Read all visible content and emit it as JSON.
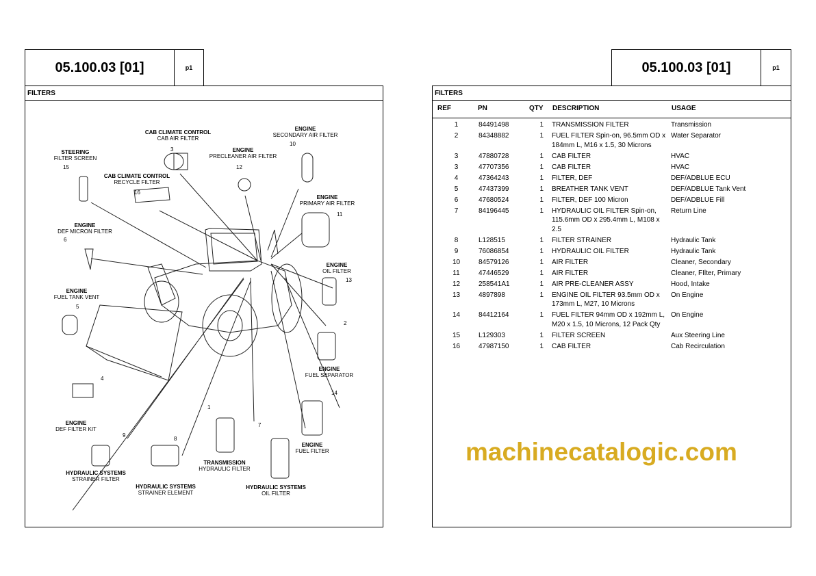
{
  "page": {
    "code": "05.100.03 [01]",
    "page_label": "p1",
    "section": "FILTERS"
  },
  "diagram": {
    "labels": [
      {
        "group": "CAB CLIMATE CONTROL",
        "name": "CAB AIR FILTER",
        "ref": "3"
      },
      {
        "group": "ENGINE",
        "name": "SECONDARY AIR FILTER",
        "ref": "10"
      },
      {
        "group": "STEERING",
        "name": "FILTER SCREEN",
        "ref": "15"
      },
      {
        "group": "ENGINE",
        "name": "PRECLEANER AIR FILTER",
        "ref": "12"
      },
      {
        "group": "CAB CLIMATE CONTROL",
        "name": "RECYCLE FILTER",
        "ref": "16"
      },
      {
        "group": "ENGINE",
        "name": "PRIMARY AIR FILTER",
        "ref": "11"
      },
      {
        "group": "ENGINE",
        "name": "DEF MICRON FILTER",
        "ref": "6"
      },
      {
        "group": "ENGINE",
        "name": "OIL FILTER",
        "ref": "13"
      },
      {
        "group": "ENGINE",
        "name": "FUEL TANK VENT",
        "ref": "5"
      },
      {
        "group": "ENGINE",
        "name": "FUEL SEPARATOR",
        "ref": "2"
      },
      {
        "group": "ENGINE",
        "name": "DEF FILTER KIT",
        "ref": "4"
      },
      {
        "group": "ENGINE",
        "name": "FUEL FILTER",
        "ref": "14"
      },
      {
        "group": "TRANSMISSION",
        "name": "HYDRAULIC FILTER",
        "ref": "1"
      },
      {
        "group": "HYDRAULIC SYSTEMS",
        "name": "STRAINER FILTER",
        "ref": "9"
      },
      {
        "group": "HYDRAULIC SYSTEMS",
        "name": "STRAINER ELEMENT",
        "ref": "8"
      },
      {
        "group": "HYDRAULIC SYSTEMS",
        "name": "OIL FILTER",
        "ref": "7"
      }
    ]
  },
  "table": {
    "headers": {
      "ref": "REF",
      "pn": "PN",
      "qty": "QTY",
      "description": "DESCRIPTION",
      "usage": "USAGE"
    },
    "rows": [
      {
        "ref": "1",
        "pn": "84491498",
        "qty": "1",
        "description": "TRANSMISSION FILTER",
        "usage": "Transmission"
      },
      {
        "ref": "2",
        "pn": "84348882",
        "qty": "1",
        "description": "FUEL FILTER Spin-on, 96.5mm OD x 184mm L, M16 x 1.5, 30 Microns",
        "usage": "Water Separator"
      },
      {
        "ref": "3",
        "pn": "47880728",
        "qty": "1",
        "description": "CAB FILTER",
        "usage": "HVAC"
      },
      {
        "ref": "3",
        "pn": "47707356",
        "qty": "1",
        "description": "CAB FILTER",
        "usage": "HVAC"
      },
      {
        "ref": "4",
        "pn": "47364243",
        "qty": "1",
        "description": "FILTER, DEF",
        "usage": "DEF/ADBLUE ECU"
      },
      {
        "ref": "5",
        "pn": "47437399",
        "qty": "1",
        "description": "BREATHER TANK VENT",
        "usage": "DEF/ADBLUE Tank Vent"
      },
      {
        "ref": "6",
        "pn": "47680524",
        "qty": "1",
        "description": "FILTER, DEF 100 Micron",
        "usage": "DEF/ADBLUE Fill"
      },
      {
        "ref": "7",
        "pn": "84196445",
        "qty": "1",
        "description": "HYDRAULIC OIL FILTER Spin-on, 115.6mm OD x 295.4mm L, M108 x 2.5",
        "usage": "Return Line"
      },
      {
        "ref": "8",
        "pn": "L128515",
        "qty": "1",
        "description": "FILTER STRAINER",
        "usage": "Hydraulic Tank"
      },
      {
        "ref": "9",
        "pn": "76086854",
        "qty": "1",
        "description": "HYDRAULIC OIL FILTER",
        "usage": "Hydraulic Tank"
      },
      {
        "ref": "10",
        "pn": "84579126",
        "qty": "1",
        "description": "AIR FILTER",
        "usage": "Cleaner, Secondary"
      },
      {
        "ref": "11",
        "pn": "47446529",
        "qty": "1",
        "description": "AIR FILTER",
        "usage": "Cleaner, FIlter, Primary"
      },
      {
        "ref": "12",
        "pn": "258541A1",
        "qty": "1",
        "description": "AIR PRE-CLEANER ASSY",
        "usage": "Hood, Intake"
      },
      {
        "ref": "13",
        "pn": "4897898",
        "qty": "1",
        "description": "ENGINE OIL FILTER 93.5mm OD x 173mm L, M27, 10 Microns",
        "usage": "On Engine"
      },
      {
        "ref": "14",
        "pn": "84412164",
        "qty": "1",
        "description": "FUEL FILTER 94mm OD x 192mm L, M20 x 1.5, 10 Microns, 12 Pack Qty",
        "usage": "On Engine"
      },
      {
        "ref": "15",
        "pn": "L129303",
        "qty": "1",
        "description": "FILTER SCREEN",
        "usage": "Aux Steering Line"
      },
      {
        "ref": "16",
        "pn": "47987150",
        "qty": "1",
        "description": "CAB FILTER",
        "usage": "Cab Recirculation"
      }
    ]
  },
  "watermark": "machinecatalogic.com"
}
